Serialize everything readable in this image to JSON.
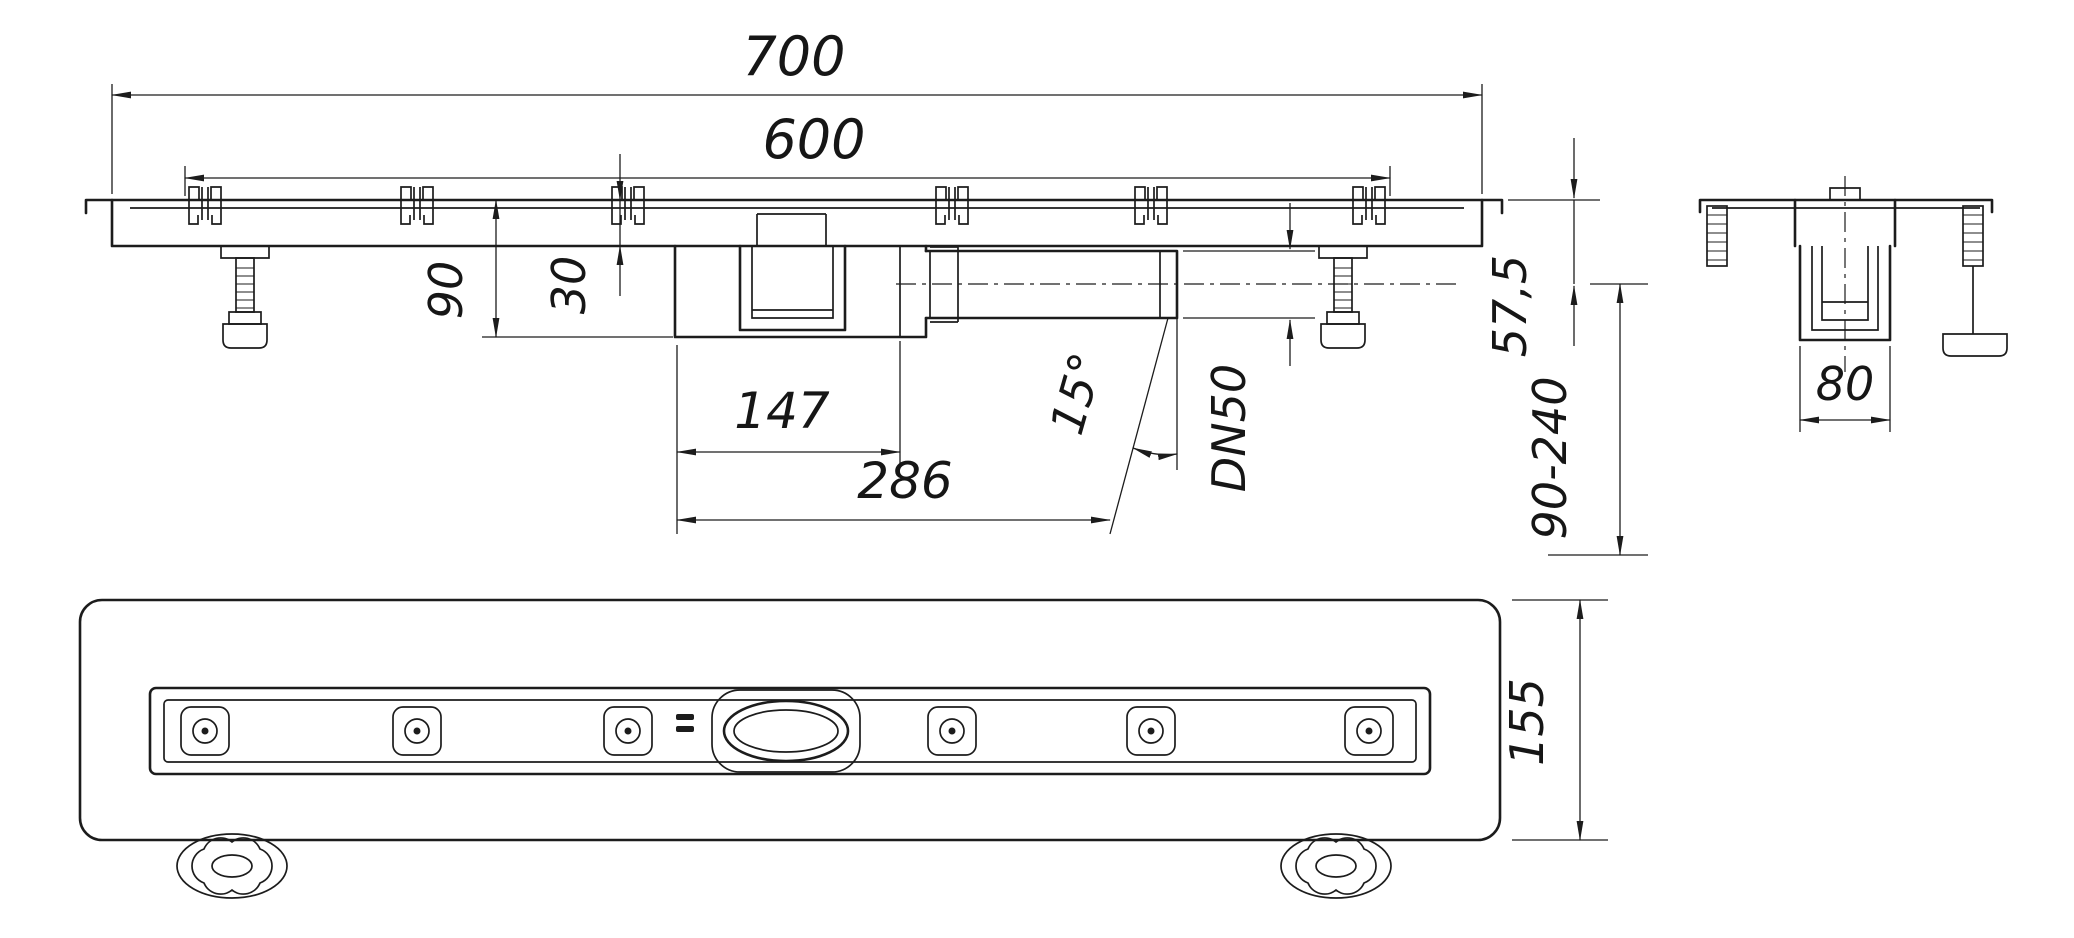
{
  "drawing": {
    "line_color": "#1c1c1c",
    "dims": {
      "overall_length": "700",
      "grate_length": "600",
      "body_height": "90",
      "channel_depth": "30",
      "outlet_offset_a": "147",
      "outlet_offset_b": "286",
      "outlet_angle": "15°",
      "outlet_size": "DN50",
      "outlet_axis_depth": "57,5",
      "adjustable_height": "90-240",
      "body_width": "80",
      "plan_width": "155"
    }
  }
}
